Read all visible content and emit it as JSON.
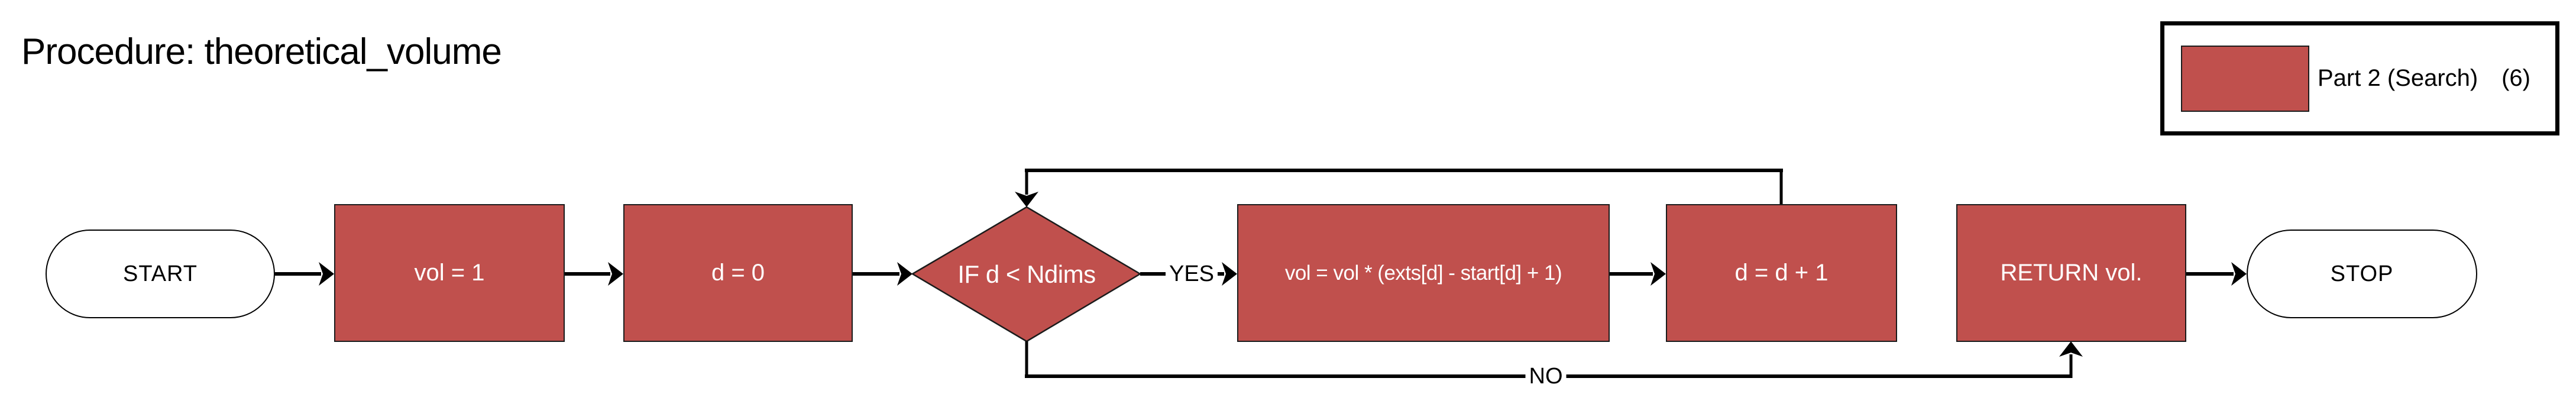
{
  "title": "Procedure: theoretical_volume",
  "legend": {
    "label": "Part 2 (Search)",
    "count": "(6)",
    "swatch_color": "#C0504D"
  },
  "colors": {
    "node_fill": "#C0504D",
    "node_border": "#1b1b1b",
    "edge": "#000000",
    "node_text": "#ffffff",
    "text": "#000000",
    "bg": "#ffffff"
  },
  "flowchart": {
    "nodes": [
      {
        "id": "start",
        "type": "terminator",
        "label": "START"
      },
      {
        "id": "vol-init",
        "type": "process",
        "label": "vol = 1"
      },
      {
        "id": "d-init",
        "type": "process",
        "label": "d = 0"
      },
      {
        "id": "loop-cond",
        "type": "decision",
        "label": "IF d < Ndims"
      },
      {
        "id": "vol-update",
        "type": "process",
        "label": "vol = vol * (exts[d] - start[d] + 1)"
      },
      {
        "id": "d-increment",
        "type": "process",
        "label": "d = d + 1"
      },
      {
        "id": "return-vol",
        "type": "process",
        "label": "RETURN vol."
      },
      {
        "id": "stop",
        "type": "terminator",
        "label": "STOP"
      }
    ],
    "edge_labels": {
      "yes": "YES",
      "no": "NO"
    }
  }
}
